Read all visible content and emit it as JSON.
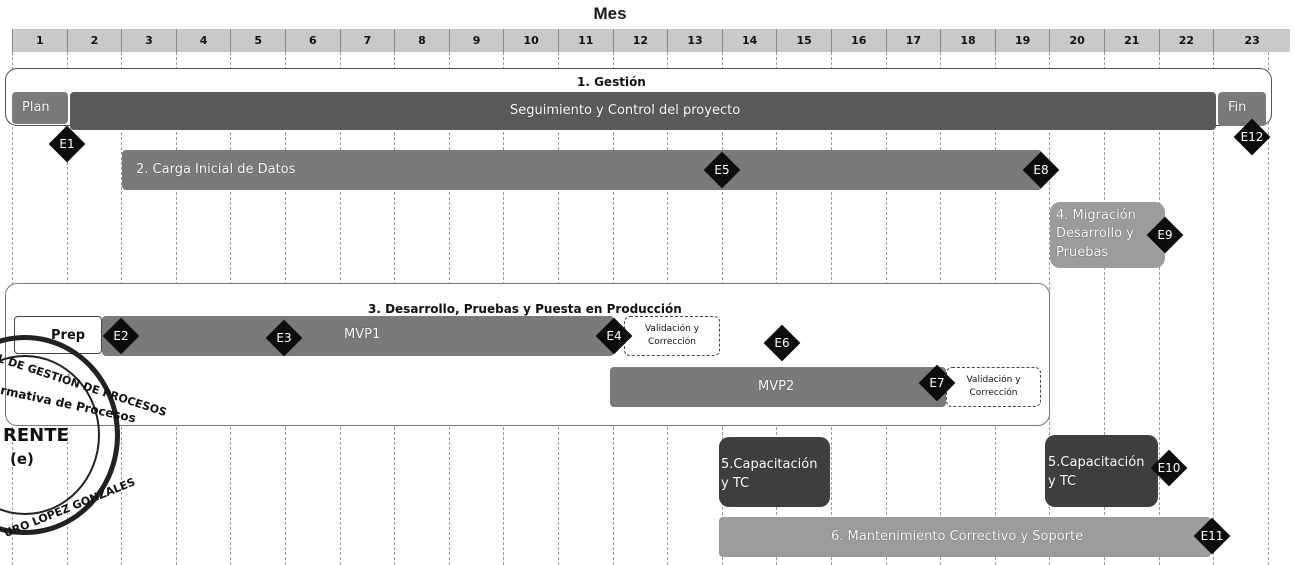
{
  "header": {
    "title": "Mes",
    "months": [
      "1",
      "2",
      "3",
      "4",
      "5",
      "6",
      "7",
      "8",
      "9",
      "10",
      "11",
      "12",
      "13",
      "14",
      "15",
      "16",
      "17",
      "18",
      "19",
      "20",
      "21",
      "22",
      "23"
    ]
  },
  "gestion": {
    "group_label": "1. Gestión",
    "plan": "Plan",
    "seguimiento": "Seguimiento y Control del proyecto",
    "fin": "Fin"
  },
  "carga": {
    "label": "2. Carga Inicial de Datos"
  },
  "migracion": {
    "label_line1": "4. Migración",
    "label_line2": "Desarrollo y",
    "label_line3": "Pruebas"
  },
  "desarrollo": {
    "group_label": "3. Desarrollo, Pruebas y Puesta en Producción",
    "prep": "Prep",
    "mvp1": "MVP1",
    "mvp2": "MVP2",
    "validacion_line1": "Validación y",
    "validacion_line2": "Corrección"
  },
  "capacitacion": {
    "line1": "5.Capacitación",
    "line2": "y TC"
  },
  "mantenimiento": {
    "label": "6. Mantenimiento Correctivo y Soporte"
  },
  "milestones": [
    "E1",
    "E2",
    "E3",
    "E4",
    "E5",
    "E6",
    "E7",
    "E8",
    "E9",
    "E10",
    "E11",
    "E12"
  ],
  "stamp": {
    "arc_top": "L DE GESTIÓN DE PROCESOS",
    "arc_mid": "rmativa de Procesos",
    "center_big": "RENTE",
    "center_small": "(e)",
    "arc_bottom": "URO LOPEZ GONZALES"
  },
  "colors": {
    "dark_bar": "#5a5a5a",
    "light_bar": "#9c9c9c",
    "milestone": "#0d0d0d",
    "header": "#c9c9c9"
  }
}
